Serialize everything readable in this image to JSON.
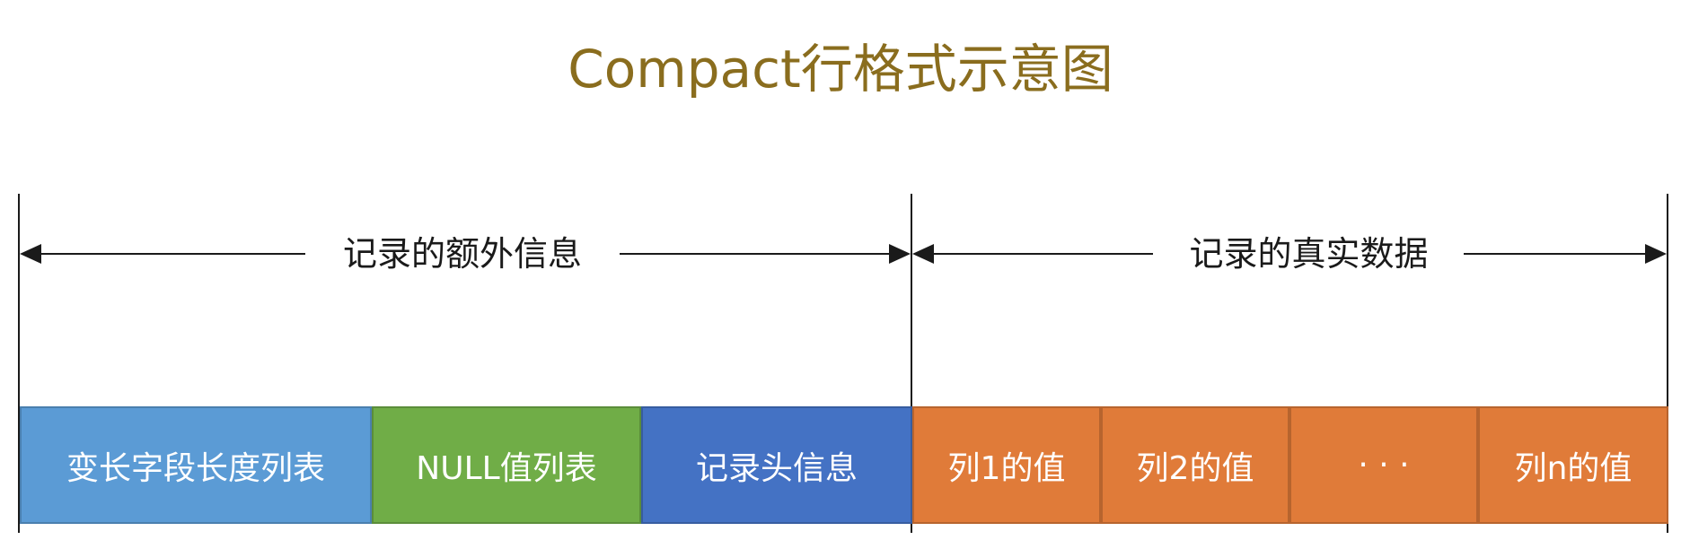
{
  "title": "Compact行格式示意图",
  "spans": {
    "extra": {
      "label": "记录的额外信息"
    },
    "real": {
      "label": "记录的真实数据"
    }
  },
  "cells": [
    {
      "label": "变长字段长度列表",
      "color": "#5b9bd5"
    },
    {
      "label": "NULL值列表",
      "color": "#70ad47"
    },
    {
      "label": "记录头信息",
      "color": "#4472c4"
    },
    {
      "label": "列1的值",
      "color": "#e07b39"
    },
    {
      "label": "列2的值",
      "color": "#e07b39"
    },
    {
      "label": "· · ·",
      "color": "#e07b39"
    },
    {
      "label": "列n的值",
      "color": "#e07b39"
    }
  ]
}
